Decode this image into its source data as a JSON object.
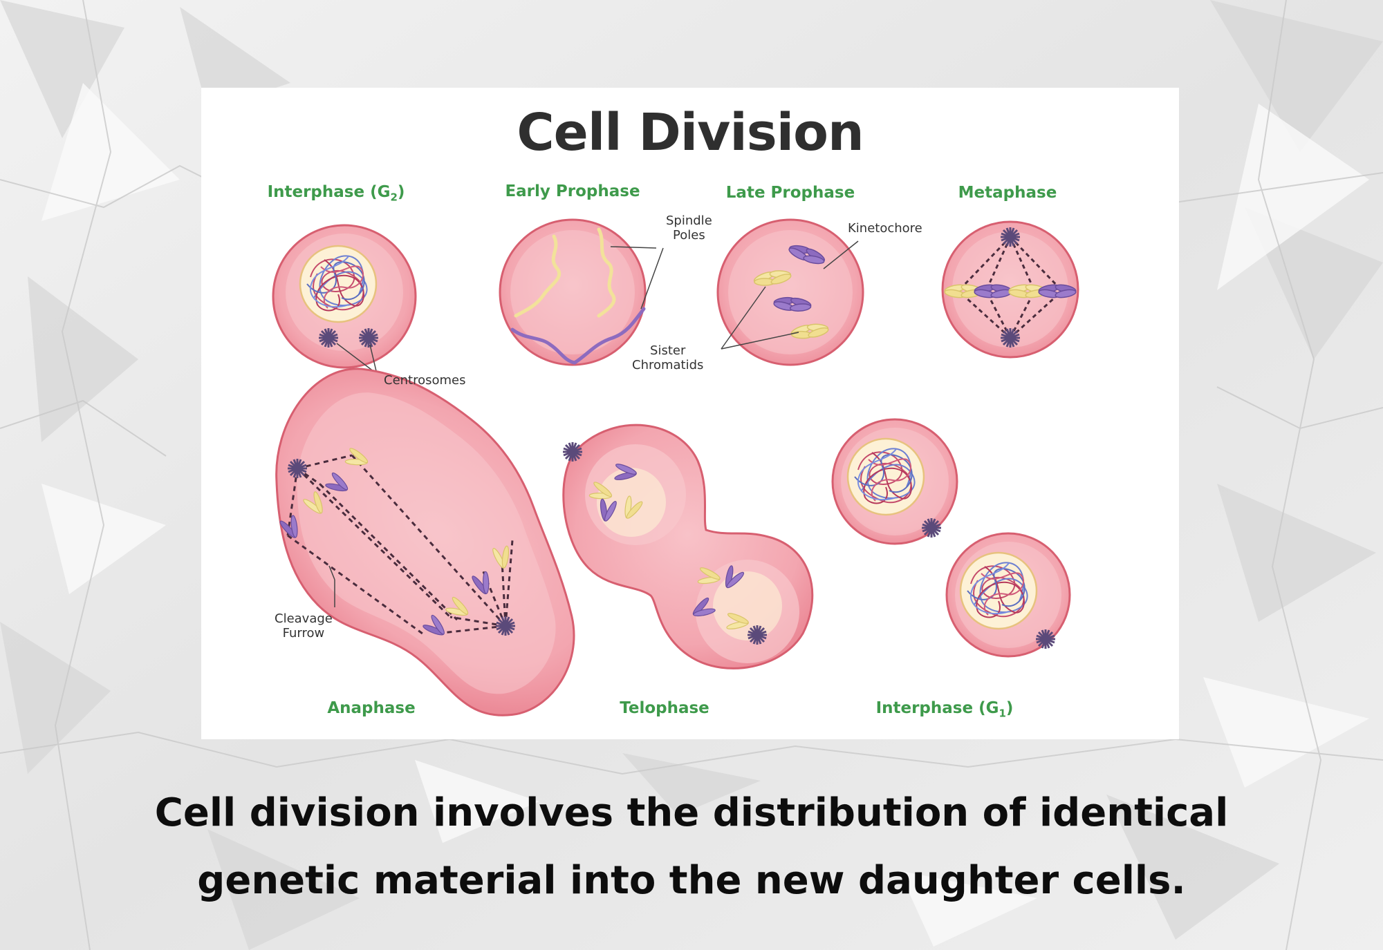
{
  "diagram": {
    "title": "Cell Division",
    "phases": {
      "interphase_g2": {
        "name": "Interphase (G",
        "sub": "2",
        "close": ")"
      },
      "early_prophase": "Early Prophase",
      "late_prophase": "Late Prophase",
      "metaphase": "Metaphase",
      "anaphase": "Anaphase",
      "telophase": "Telophase",
      "interphase_g1": {
        "name": "Interphase (G",
        "sub": "1",
        "close": ")"
      }
    },
    "labels": {
      "centrosomes": "Centrosomes",
      "spindle_poles_1": "Spindle",
      "spindle_poles_2": "Poles",
      "kinetochore": "Kinetochore",
      "sister_chromatids_1": "Sister",
      "sister_chromatids_2": "Chromatids",
      "cleavage_furrow_1": "Cleavage",
      "cleavage_furrow_2": "Furrow"
    }
  },
  "caption": {
    "line1": "Cell division involves the distribution of identical",
    "line2": "genetic material into the new daughter cells."
  },
  "colors": {
    "cell_fill": "#f5a3ad",
    "cell_stroke": "#d75f70",
    "cytoplasm": "#f8c7cc",
    "nucleus": "#fdf1d6",
    "chromosome_purple": "#8d6bbf",
    "chromosome_yellow": "#f2e29a",
    "label_green": "#3e9a4b"
  }
}
